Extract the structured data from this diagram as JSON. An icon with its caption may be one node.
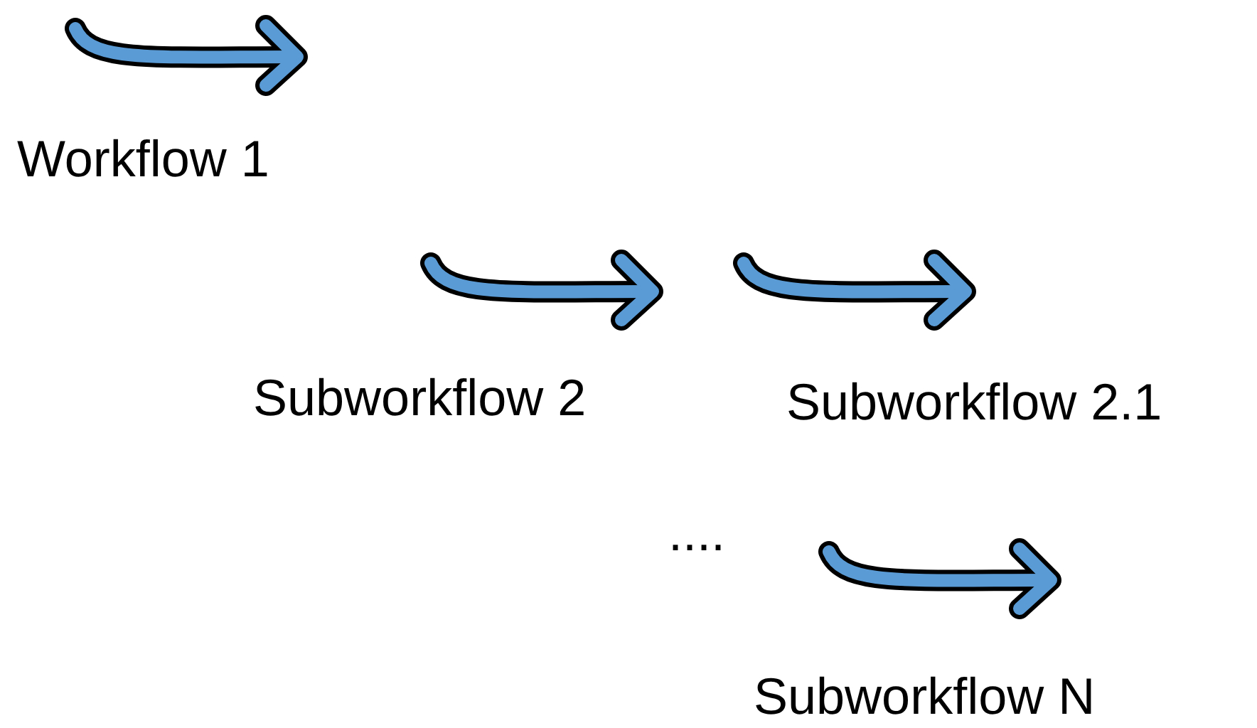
{
  "diagram": {
    "labels": [
      "Workflow 1",
      "Subworkflow 2",
      "Subworkflow 2.1",
      "....",
      "Subworkflow N"
    ]
  }
}
